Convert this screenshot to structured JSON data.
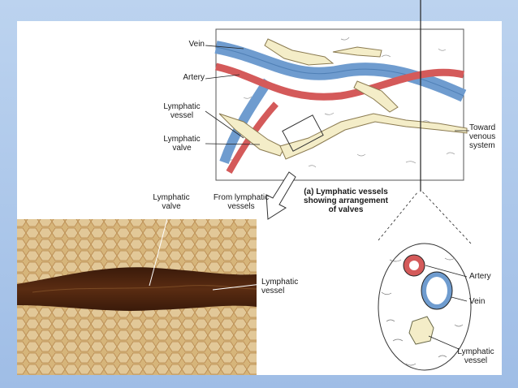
{
  "diagram": {
    "labels": {
      "vein": "Vein",
      "artery": "Artery",
      "lymphatic_vessel": "Lymphatic\nvessel",
      "lymphatic_valve": "Lymphatic\nvalve",
      "toward_venous": "Toward\nvenous\nsystem",
      "from_lymphatic": "From lymphatic\nvessels",
      "caption_a": "(a) Lymphatic vessels\nshowing arrangement\nof valves"
    },
    "photo_labels": {
      "lymphatic_valve": "Lymphatic\nvalve",
      "lymphatic_vessel": "Lymphatic\nvessel"
    },
    "cross_section_labels": {
      "artery": "Artery",
      "vein": "Vein",
      "lymphatic_vessel": "Lymphatic\nvessel"
    },
    "colors": {
      "vein": "#6f9ccf",
      "artery": "#d45a5a",
      "lymph": "#f4edc8",
      "photo_bg": "#c9a263",
      "photo_vessel": "#4a2410"
    }
  }
}
